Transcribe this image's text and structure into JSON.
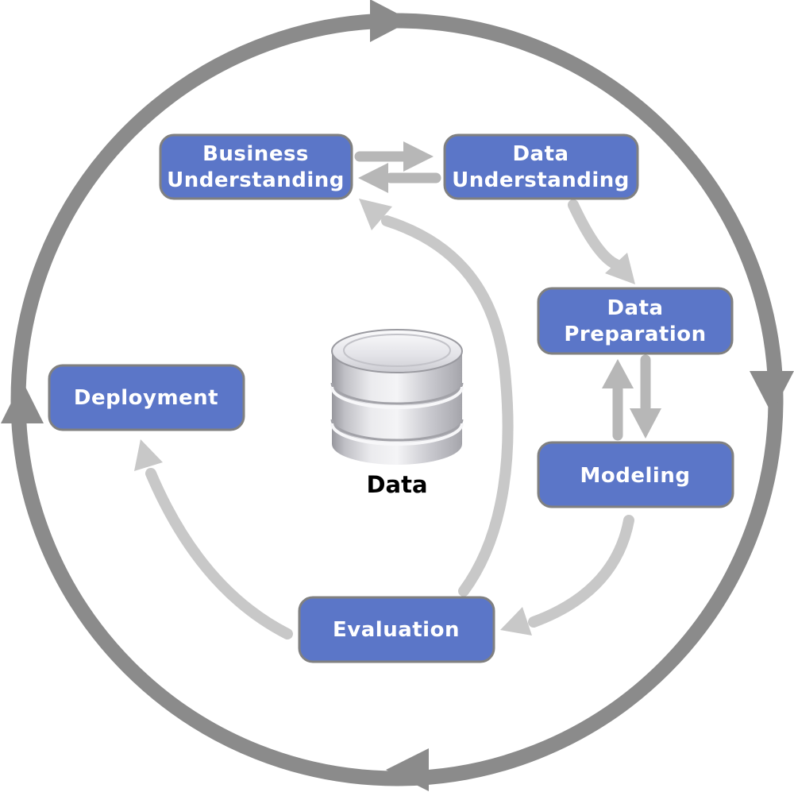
{
  "diagram": {
    "type": "process-cycle",
    "cycle_direction": "clockwise",
    "nodes": {
      "business_understanding": {
        "line1": "Business",
        "line2": "Understanding"
      },
      "data_understanding": {
        "line1": "Data",
        "line2": "Understanding"
      },
      "data_preparation": {
        "line1": "Data",
        "line2": "Preparation"
      },
      "modeling": {
        "label": "Modeling"
      },
      "evaluation": {
        "label": "Evaluation"
      },
      "deployment": {
        "label": "Deployment"
      }
    },
    "data_store": {
      "label": "Data"
    },
    "edges": [
      {
        "from": "business_understanding",
        "to": "data_understanding",
        "style": "two-way"
      },
      {
        "from": "data_understanding",
        "to": "data_preparation",
        "style": "one-way"
      },
      {
        "from": "data_preparation",
        "to": "modeling",
        "style": "two-way"
      },
      {
        "from": "modeling",
        "to": "evaluation",
        "style": "one-way"
      },
      {
        "from": "evaluation",
        "to": "deployment",
        "style": "one-way"
      },
      {
        "from": "evaluation",
        "to": "business_understanding",
        "style": "one-way"
      }
    ]
  },
  "colors": {
    "node_fill": "#5b76c8",
    "node_border": "#808080",
    "node_text": "#ffffff",
    "ring": "#8b8b8b",
    "exchange_arrow": "#b7b7b7",
    "flow_arrow": "#c8c8c8",
    "data_label": "#000000"
  }
}
